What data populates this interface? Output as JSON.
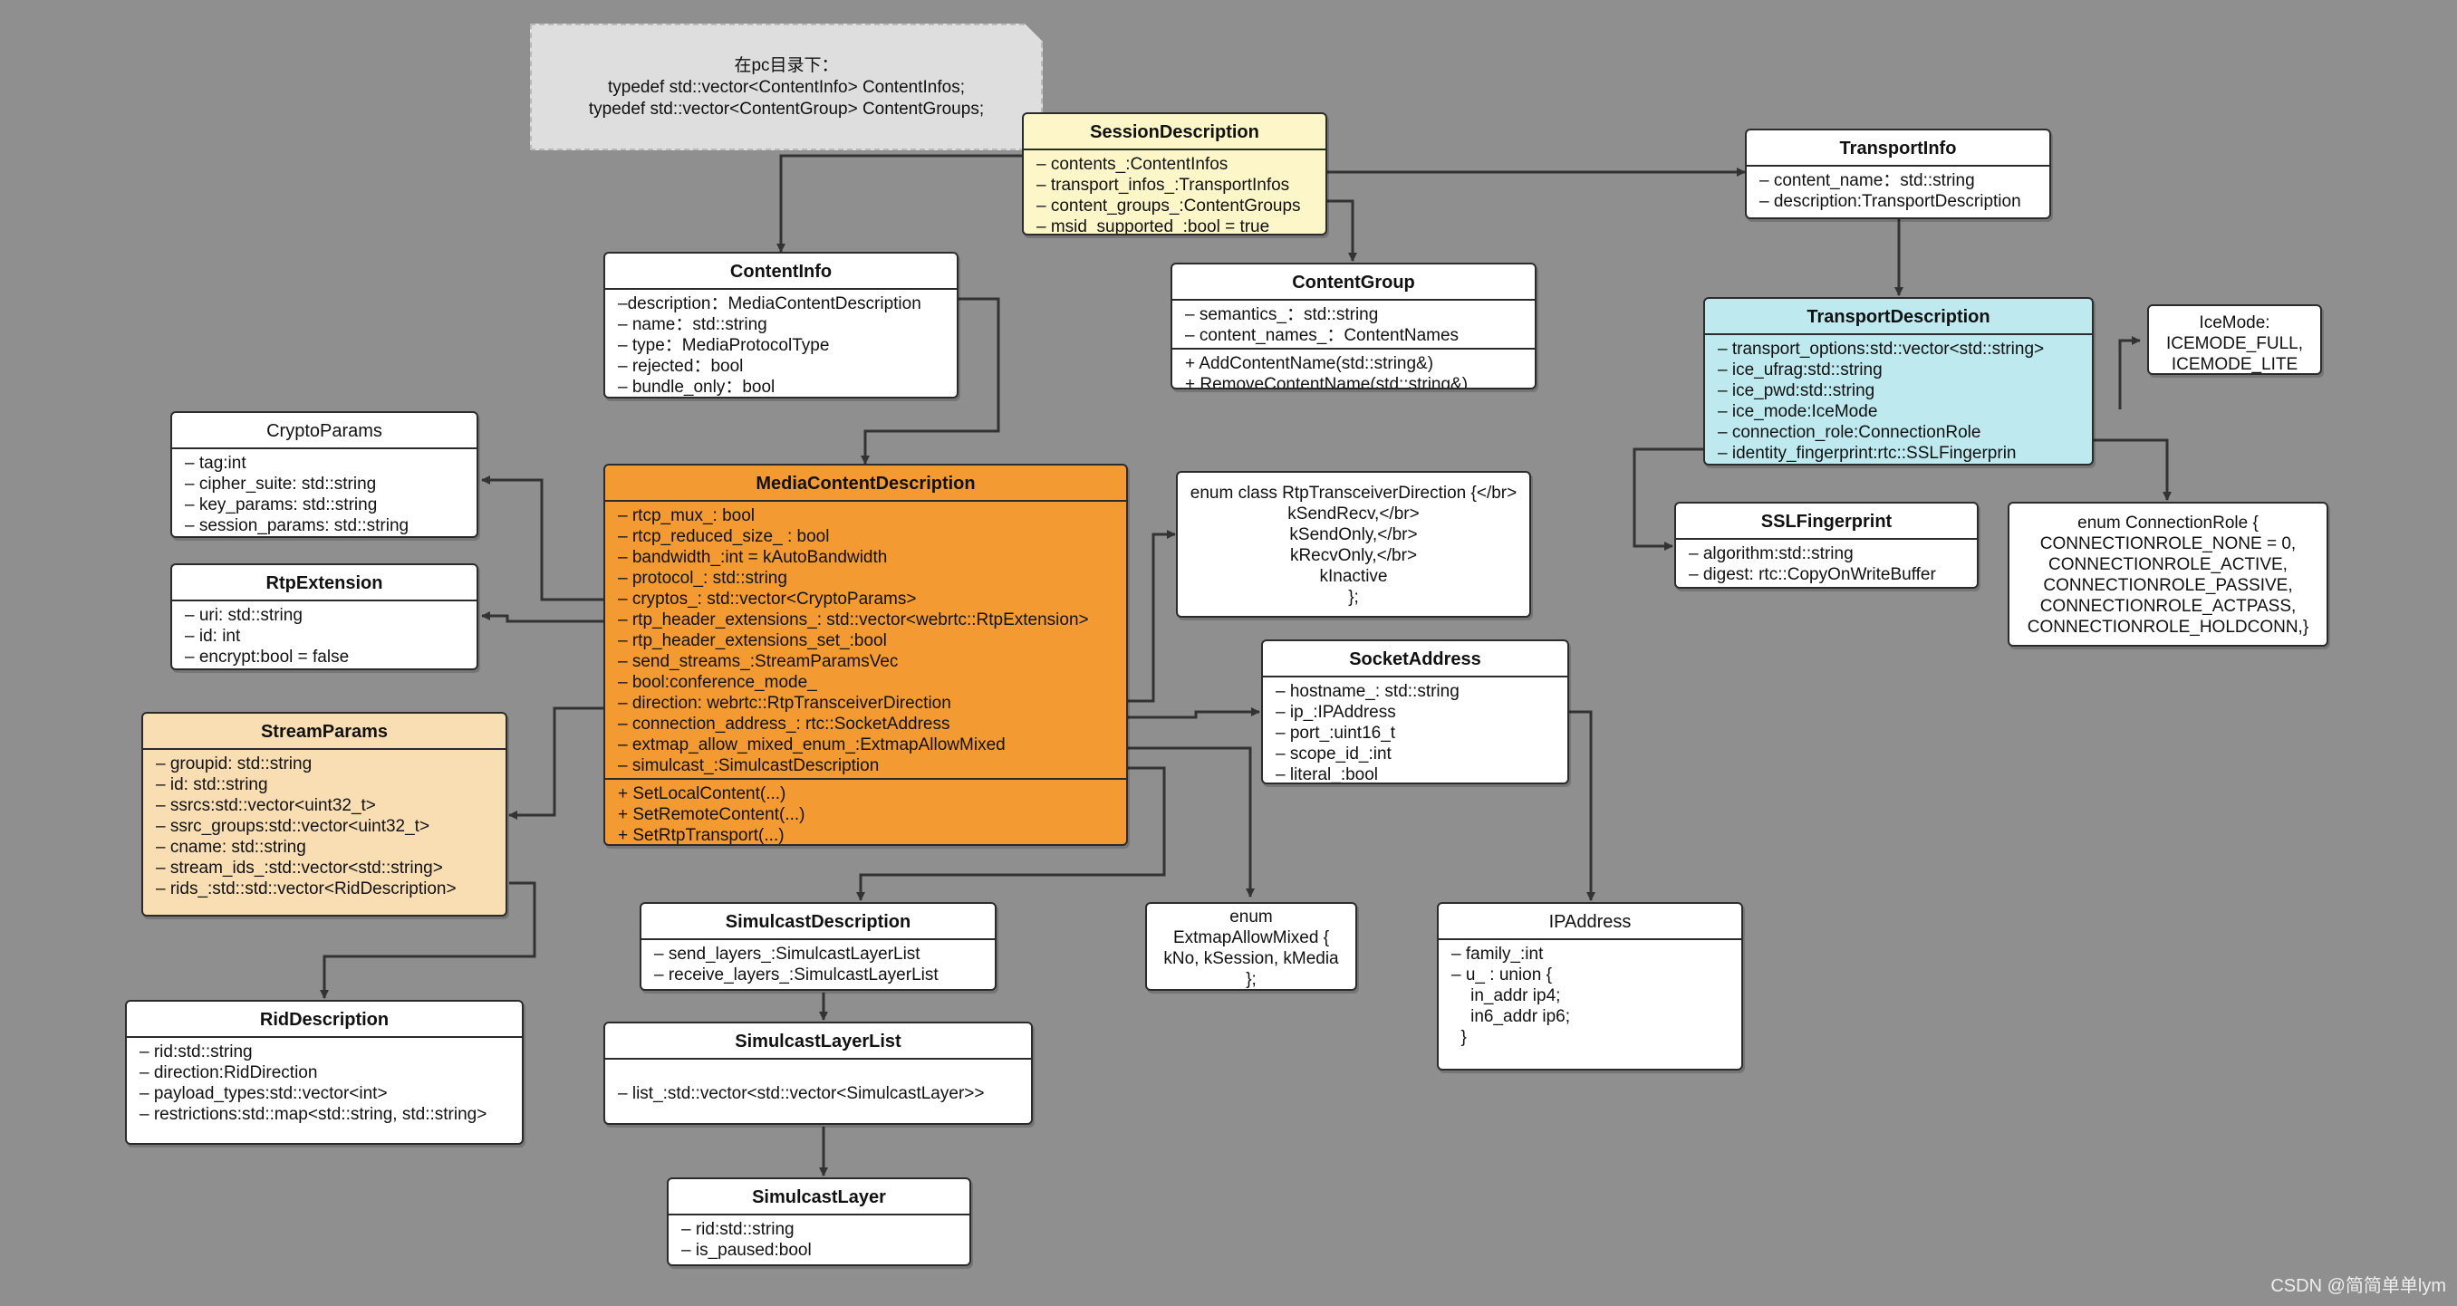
{
  "note": {
    "lines": [
      "在pc目录下：",
      "typedef std::vector<ContentInfo> ContentInfos;",
      "typedef std::vector<ContentGroup> ContentGroups;"
    ]
  },
  "session_description": {
    "title": "SessionDescription",
    "attrs": [
      "– contents_:ContentInfos",
      "– transport_infos_:TransportInfos",
      "– content_groups_:ContentGroups",
      "– msid_supported_:bool = true"
    ]
  },
  "transport_info": {
    "title": "TransportInfo",
    "attrs": [
      "– content_name：std::string",
      "– description:TransportDescription"
    ]
  },
  "content_info": {
    "title": "ContentInfo",
    "attrs": [
      "–description：MediaContentDescription",
      "– name：std::string",
      "– type：MediaProtocolType",
      "– rejected：bool",
      "– bundle_only：bool"
    ]
  },
  "content_group": {
    "title": "ContentGroup",
    "attrs": [
      "– semantics_：std::string",
      "– content_names_：ContentNames"
    ],
    "methods": [
      "+ AddContentName(std::string&)",
      "+ RemoveContentName(std::string&)"
    ]
  },
  "transport_description": {
    "title": "TransportDescription",
    "attrs": [
      "– transport_options:std::vector<std::string>",
      "–  ice_ufrag:std::string",
      "–  ice_pwd:std::string",
      "–  ice_mode:IceMode",
      "–  connection_role:ConnectionRole",
      "–  identity_fingerprint:rtc::SSLFingerprin"
    ]
  },
  "ice_mode": {
    "lines": [
      "IceMode:",
      "ICEMODE_FULL,",
      " ICEMODE_LITE"
    ]
  },
  "crypto_params": {
    "title": "CryptoParams",
    "attrs": [
      "– tag:int",
      "– cipher_suite:  std::string",
      "– key_params:  std::string",
      "– session_params:  std::string"
    ]
  },
  "media_content_description": {
    "title": "MediaContentDescription",
    "attrs": [
      "– rtcp_mux_: bool",
      "– rtcp_reduced_size_ : bool",
      "– bandwidth_:int = kAutoBandwidth",
      "– protocol_:  std::string",
      "– cryptos_: std::vector<CryptoParams>",
      "– rtp_header_extensions_: std::vector<webrtc::RtpExtension>",
      "– rtp_header_extensions_set_:bool",
      "– send_streams_:StreamParamsVec",
      "– bool:conference_mode_",
      "– direction:   webrtc::RtpTransceiverDirection",
      "– connection_address_:  rtc::SocketAddress",
      "  – extmap_allow_mixed_enum_:ExtmapAllowMixed",
      "– simulcast_:SimulcastDescription"
    ],
    "methods": [
      "+ SetLocalContent(...)",
      "+ SetRemoteContent(...)",
      "+ SetRtpTransport(...)"
    ]
  },
  "rtp_transceiver_direction": {
    "lines": [
      "enum class RtpTransceiverDirection {</br>",
      "kSendRecv,</br>",
      "kSendOnly,</br>",
      "kRecvOnly,</br>",
      "kInactive",
      "};"
    ]
  },
  "ssl_fingerprint": {
    "title": "SSLFingerprint",
    "attrs": [
      "– algorithm:std::string",
      "– digest: rtc::CopyOnWriteBuffer"
    ]
  },
  "connection_role": {
    "lines": [
      "enum ConnectionRole {",
      "CONNECTIONROLE_NONE = 0,",
      "CONNECTIONROLE_ACTIVE,",
      "CONNECTIONROLE_PASSIVE,",
      "CONNECTIONROLE_ACTPASS,",
      "CONNECTIONROLE_HOLDCONN,}"
    ]
  },
  "rtp_extension": {
    "title": "RtpExtension",
    "attrs": [
      "– uri: std::string",
      "– id:    int",
      "– encrypt:bool = false"
    ]
  },
  "socket_address": {
    "title": "SocketAddress",
    "attrs": [
      "– hostname_: std::string",
      "– ip_:IPAddress",
      "– port_:uint16_t",
      "– scope_id_:int",
      "– literal_:bool"
    ]
  },
  "stream_params": {
    "title": "StreamParams",
    "attrs": [
      "– groupid:  std::string",
      "– id:  std::string",
      "– ssrcs:std::vector<uint32_t>",
      "– ssrc_groups:std::vector<uint32_t>",
      "– cname:  std::string",
      "– stream_ids_:std::vector<std::string>",
      "– rids_:std::std::vector<RidDescription>"
    ]
  },
  "simulcast_description": {
    "title": "SimulcastDescription",
    "attrs": [
      "– send_layers_:SimulcastLayerList",
      "– receive_layers_:SimulcastLayerList"
    ]
  },
  "extmap_allow_mixed": {
    "lines": [
      "enum",
      "ExtmapAllowMixed {",
      "kNo, kSession, kMedia",
      "};"
    ]
  },
  "ip_address": {
    "title": "IPAddress",
    "attrs": [
      "– family_:int",
      "– u_ : union {",
      "    in_addr ip4;",
      "    in6_addr ip6;",
      "  }"
    ]
  },
  "rid_description": {
    "title": "RidDescription",
    "attrs": [
      "–  rid:std::string",
      "– direction:RidDirection",
      "– payload_types:std::vector<int>",
      "– restrictions:std::map<std::string, std::string>"
    ]
  },
  "simulcast_layer_list": {
    "title": "SimulcastLayerList",
    "attrs": [
      "– list_:std::vector<std::vector<SimulcastLayer>>"
    ]
  },
  "simulcast_layer": {
    "title": "SimulcastLayer",
    "attrs": [
      "– rid:std::string",
      "– is_paused:bool"
    ]
  },
  "watermark": "CSDN @简简单单lym",
  "colors": {
    "background": "#8f8f8f",
    "session": "#fdf6c8",
    "media": "#f39b32",
    "stream": "#f9deb3",
    "transport": "#bde9ef"
  }
}
